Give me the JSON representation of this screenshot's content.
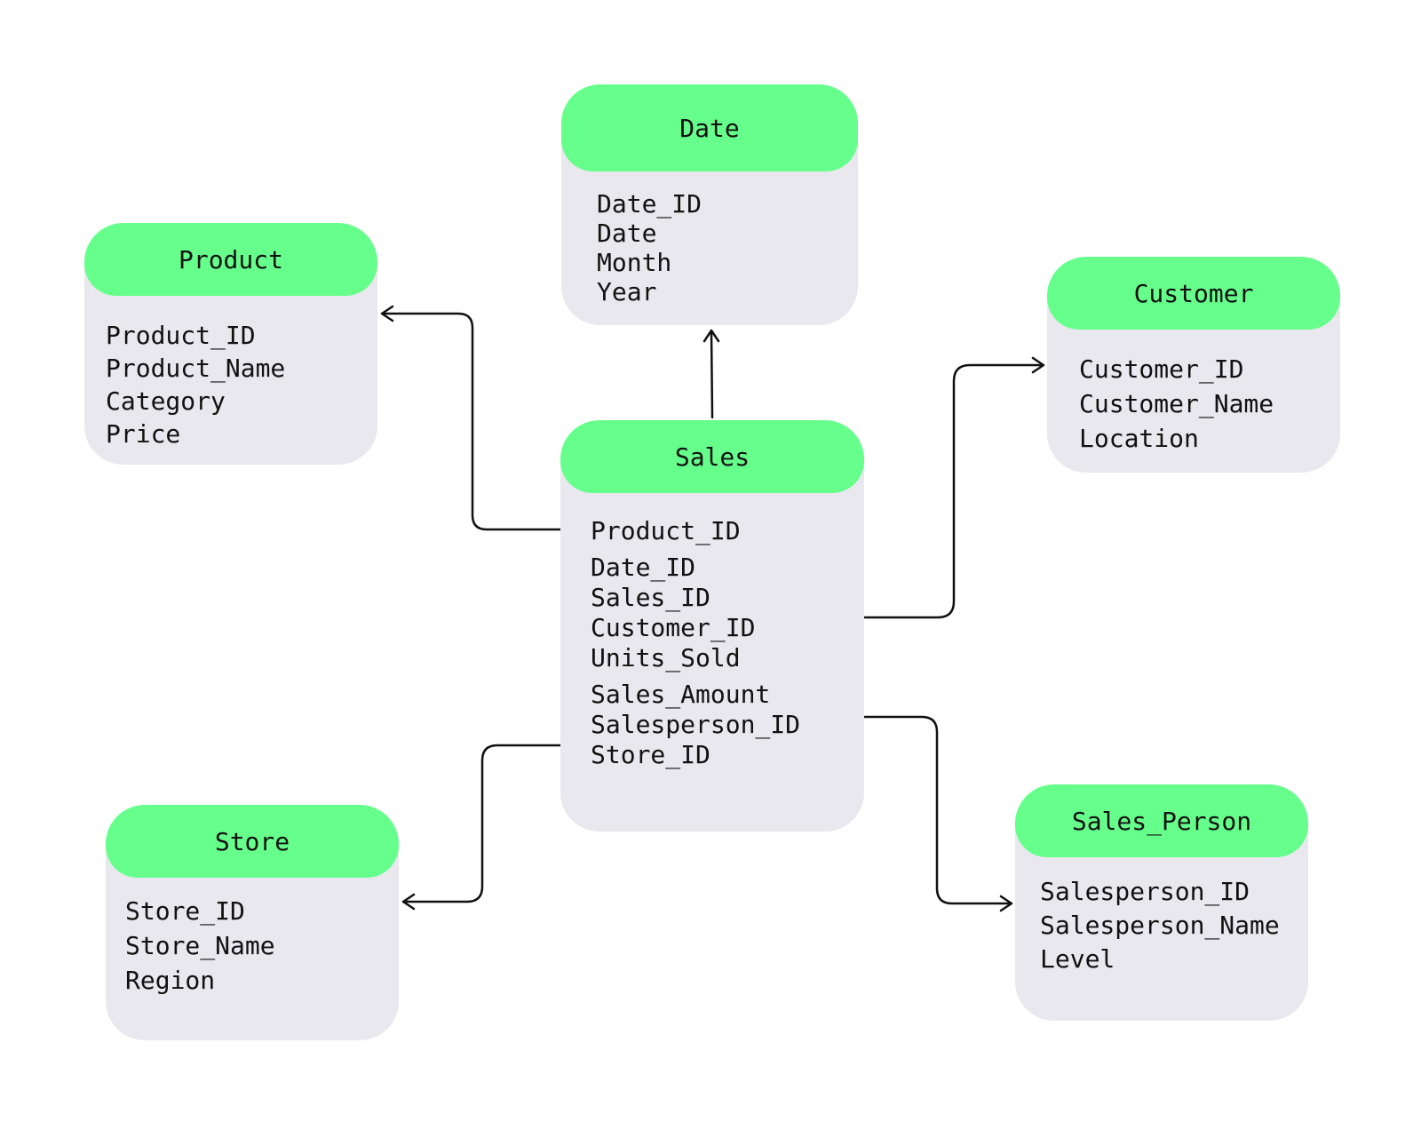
{
  "colors": {
    "header_fill": "#66ff8c",
    "body_fill": "#e8e8ee",
    "line": "#111111",
    "text": "#111111"
  },
  "tables": {
    "date": {
      "title": "Date",
      "fields": [
        "Date_ID",
        "Date",
        "Month",
        "Year"
      ]
    },
    "product": {
      "title": "Product",
      "fields": [
        "Product_ID",
        "Product_Name",
        "Category",
        "Price"
      ]
    },
    "customer": {
      "title": "Customer",
      "fields": [
        "Customer_ID",
        "Customer_Name",
        "Location"
      ]
    },
    "sales": {
      "title": "Sales",
      "fields": [
        "Product_ID",
        "Date_ID",
        "Sales_ID",
        "Customer_ID",
        "Units_Sold",
        "Sales_Amount",
        "Salesperson_ID",
        "Store_ID"
      ]
    },
    "store": {
      "title": "Store",
      "fields": [
        "Store_ID",
        "Store_Name",
        "Region"
      ]
    },
    "sales_person": {
      "title": "Sales_Person",
      "fields": [
        "Salesperson_ID",
        "Salesperson_Name",
        "Level"
      ]
    }
  },
  "relationships": [
    {
      "from": "Sales",
      "to": "Date"
    },
    {
      "from": "Sales",
      "to": "Product"
    },
    {
      "from": "Sales",
      "to": "Customer"
    },
    {
      "from": "Sales",
      "to": "Store"
    },
    {
      "from": "Sales",
      "to": "Sales_Person"
    }
  ]
}
